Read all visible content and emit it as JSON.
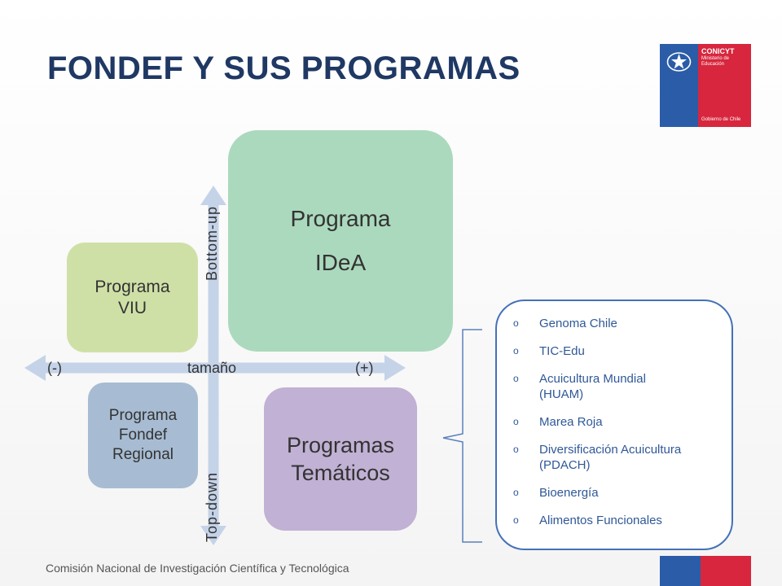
{
  "title": "FONDEF Y SUS PROGRAMAS",
  "logo": {
    "name": "CONICYT",
    "ministry": "Ministerio de Educación",
    "government": "Gobierno de Chile"
  },
  "quadrant": {
    "top_right": [
      "Programa",
      "IDeA"
    ],
    "top_left": [
      "Programa",
      "VIU"
    ],
    "bottom_left": [
      "Programa",
      "Fondef",
      "Regional"
    ],
    "bottom_right": [
      "Programas",
      "Temáticos"
    ]
  },
  "axes": {
    "left": "(-)",
    "center": "tamaño",
    "right": "(+)",
    "top": "Bottom-up",
    "bottom": "Top-down"
  },
  "thematic_list": {
    "marker": "o",
    "items": [
      [
        "Genoma Chile"
      ],
      [
        "TIC-Edu"
      ],
      [
        "Acuicultura Mundial",
        "(HUAM)"
      ],
      [
        "Marea Roja"
      ],
      [
        "Diversificación Acuicultura",
        "(PDACH)"
      ],
      [
        "Bioenergía"
      ],
      [
        "Alimentos Funcionales"
      ]
    ]
  },
  "footer": "Comisión Nacional de Investigación Científica y Tecnológica",
  "colors": {
    "title": "#1f3864",
    "idea": "#abd9bd",
    "viu": "#cfe0a7",
    "regional": "#a7bcd2",
    "tematicos": "#c1b1d4",
    "arrow": "#c5d3e8",
    "list_border": "#4471b7",
    "list_text": "#2f5897",
    "flag_blue": "#2b5ca8",
    "flag_red": "#d7263d"
  }
}
